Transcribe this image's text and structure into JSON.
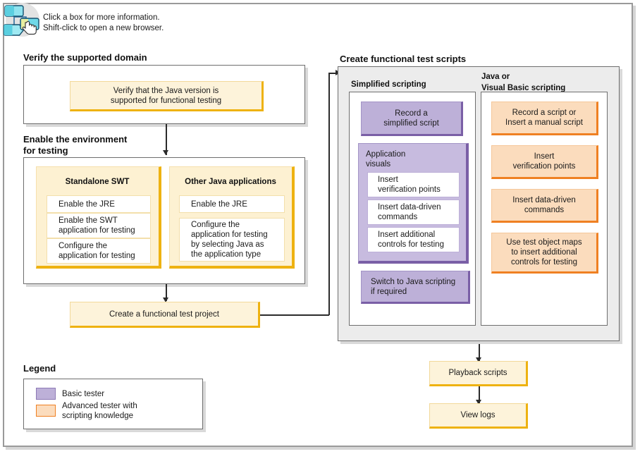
{
  "hint": {
    "icon": "flowchart-pointer-icon",
    "line1": "Click a box for more information.",
    "line2": "Shift-click to open a new browser.",
    "text": "Click a box for more information.\nShift-click to open a new browser."
  },
  "sections": {
    "verify_domain": {
      "title": "Verify the supported domain",
      "box": "Verify that the Java version is\nsupported for functional testing"
    },
    "enable_environment": {
      "title": "Enable the environment\nfor testing",
      "groups": [
        {
          "title": "Standalone SWT",
          "items": [
            "Enable the JRE",
            "Enable the SWT\napplication for testing",
            "Configure the\napplication for testing"
          ]
        },
        {
          "title": "Other Java applications",
          "items": [
            "Enable the JRE",
            "Configure the\napplication for testing\nby selecting Java as\nthe application type"
          ]
        }
      ]
    },
    "create_project": {
      "box": "Create a functional test project"
    },
    "create_scripts": {
      "title": "Create functional test scripts",
      "columns": [
        {
          "title": "Simplified scripting",
          "boxes": [
            {
              "kind": "purple",
              "label": "Record a\nsimplified script"
            },
            {
              "kind": "purple-group",
              "label": "Application\nvisuals",
              "items": [
                "Insert\nverification points",
                "Insert data-driven\ncommands",
                "Insert additional\ncontrols for testing"
              ]
            },
            {
              "kind": "purple",
              "label": "Switch to Java scripting\nif required"
            }
          ]
        },
        {
          "title": "Java or\nVisual Basic scripting",
          "boxes": [
            {
              "kind": "orange",
              "label": "Record a script or\nInsert a manual script"
            },
            {
              "kind": "orange",
              "label": "Insert\nverification points"
            },
            {
              "kind": "orange",
              "label": "Insert data-driven\ncommands"
            },
            {
              "kind": "orange",
              "label": "Use test object maps\nto insert additional\ncontrols for testing"
            }
          ]
        }
      ]
    },
    "playback": {
      "box": "Playback scripts"
    },
    "viewlogs": {
      "box": "View logs"
    }
  },
  "legend": {
    "title": "Legend",
    "items": [
      {
        "swatch": "basic-tester-swatch",
        "color": "#bdb0d8",
        "label": "Basic tester"
      },
      {
        "swatch": "advanced-tester-swatch",
        "color": "#fbdcbd",
        "label": "Advanced tester with\nscripting knowledge"
      }
    ]
  },
  "colors": {
    "yellow_fill": "#fdf3da",
    "yellow_edge": "#eeb211",
    "purple_fill": "#bdb0d8",
    "purple_edge": "#7a5fa6",
    "orange_fill": "#fbdcbd",
    "orange_edge": "#ef8022",
    "panel_gray": "#ececec",
    "border_gray": "#6e6e6e"
  }
}
